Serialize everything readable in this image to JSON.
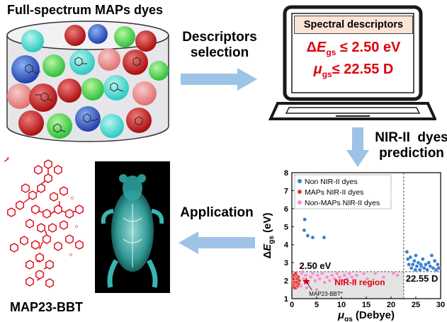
{
  "panel_titles": {
    "library": "Full-spectrum MAPs dyes",
    "descriptors_line1": "Descriptors",
    "descriptors_line2": "selection",
    "prediction_line1": "NIR-II  dyes",
    "prediction_line2": "prediction",
    "application": "Application",
    "molecule": "MAP23-BBT"
  },
  "laptop": {
    "header": "Spectral descriptors",
    "rule1_delta": "Δ",
    "rule1_var": "E",
    "rule1_sub": "gs",
    "rule1_rest": " ≤ 2.50 eV",
    "rule2_var": "μ",
    "rule2_sub": "gs",
    "rule2_rest": "≤ 22.55 D"
  },
  "colors": {
    "arrow": "#9dc3e6",
    "red_text": "#e0000e",
    "laptop_header_bg": "#fbe4d5",
    "non_nir": "#3a7fd0",
    "maps_nir": "#e43a3a",
    "non_maps_nir": "#f58fd0"
  },
  "chart_data": {
    "type": "scatter",
    "xlabel_var": "μ",
    "xlabel_sub": "gs",
    "xlabel_unit": " (Debye)",
    "ylabel_delta": "Δ",
    "ylabel_var": "E",
    "ylabel_sub": "gs",
    "ylabel_unit": " (eV)",
    "xlim": [
      0,
      30
    ],
    "ylim": [
      1,
      8
    ],
    "xticks": [
      "0",
      "5",
      "10",
      "15",
      "20",
      "25",
      "30"
    ],
    "yticks": [
      "1",
      "2",
      "3",
      "4",
      "5",
      "6",
      "7",
      "8"
    ],
    "threshold_y": 2.5,
    "threshold_x": 22.55,
    "annotations": {
      "y_threshold": "2.50 eV",
      "x_threshold": "22.55 D",
      "region": "NIR-II region",
      "star_label": "MAP23-BBT*"
    },
    "legend": [
      "Non NIR-II dyes",
      "MAPs NIR-II dyes",
      "Non-MAPs NIR-II dyes"
    ],
    "series": [
      {
        "name": "Non NIR-II dyes",
        "points": [
          [
            2.6,
            5.4
          ],
          [
            2.5,
            4.8
          ],
          [
            3.2,
            4.5
          ],
          [
            4.2,
            4.4
          ],
          [
            6.5,
            4.4
          ],
          [
            23.2,
            3.6
          ],
          [
            23.4,
            3.2
          ],
          [
            23.6,
            2.9
          ],
          [
            23.9,
            3.3
          ],
          [
            24.1,
            2.7
          ],
          [
            24.4,
            2.9
          ],
          [
            24.7,
            3.1
          ],
          [
            24.9,
            2.6
          ],
          [
            25.2,
            2.8
          ],
          [
            25.5,
            3.0
          ],
          [
            25.8,
            2.6
          ],
          [
            26.1,
            2.8
          ],
          [
            26.4,
            3.2
          ],
          [
            26.7,
            2.7
          ],
          [
            27.0,
            2.9
          ],
          [
            27.3,
            2.6
          ],
          [
            27.6,
            3.0
          ],
          [
            27.9,
            2.8
          ],
          [
            28.2,
            3.4
          ],
          [
            28.5,
            2.7
          ],
          [
            28.8,
            3.1
          ],
          [
            29.1,
            2.6
          ],
          [
            29.4,
            2.9
          ],
          [
            29.6,
            2.7
          ],
          [
            25.0,
            3.4
          ],
          [
            26.0,
            2.9
          ]
        ]
      },
      {
        "name": "MAPs NIR-II dyes",
        "points": [
          [
            0.2,
            1.8
          ],
          [
            0.3,
            2.0
          ],
          [
            0.4,
            1.7
          ],
          [
            0.5,
            2.2
          ],
          [
            0.6,
            1.9
          ],
          [
            0.7,
            2.1
          ],
          [
            0.8,
            1.6
          ],
          [
            0.9,
            2.3
          ],
          [
            1.0,
            1.8
          ],
          [
            1.1,
            2.0
          ],
          [
            1.2,
            1.7
          ],
          [
            1.3,
            2.2
          ],
          [
            0.35,
            2.3
          ],
          [
            0.55,
            1.6
          ],
          [
            0.75,
            2.4
          ],
          [
            0.95,
            1.9
          ],
          [
            1.15,
            2.1
          ],
          [
            1.4,
            1.8
          ],
          [
            1.5,
            2.0
          ],
          [
            0.25,
            2.1
          ]
        ]
      },
      {
        "name": "Non-MAPs NIR-II dyes",
        "points": [
          [
            2.0,
            2.4
          ],
          [
            2.4,
            2.1
          ],
          [
            2.8,
            2.3
          ],
          [
            3.3,
            1.9
          ],
          [
            3.8,
            2.2
          ],
          [
            4.2,
            2.4
          ],
          [
            4.7,
            2.0
          ],
          [
            5.2,
            2.3
          ],
          [
            5.6,
            2.1
          ],
          [
            6.1,
            2.4
          ],
          [
            6.6,
            1.9
          ],
          [
            7.1,
            2.2
          ],
          [
            7.6,
            2.0
          ],
          [
            8.1,
            2.3
          ],
          [
            8.6,
            2.1
          ],
          [
            9.1,
            2.4
          ],
          [
            9.6,
            2.2
          ],
          [
            10.1,
            2.0
          ],
          [
            10.6,
            2.3
          ],
          [
            11.1,
            2.1
          ],
          [
            11.6,
            2.4
          ],
          [
            12.1,
            2.2
          ],
          [
            12.6,
            2.0
          ],
          [
            13.1,
            2.3
          ],
          [
            14.5,
            2.4
          ],
          [
            15.2,
            2.1
          ],
          [
            16.8,
            2.4
          ],
          [
            18.5,
            2.2
          ],
          [
            20.5,
            2.4
          ],
          [
            21.3,
            2.3
          ],
          [
            1.8,
            1.7
          ],
          [
            3.0,
            1.6
          ],
          [
            5.0,
            1.5
          ],
          [
            2.2,
            2.5
          ]
        ]
      },
      {
        "name": "MAP23-BBT",
        "points": [
          [
            2.9,
            1.95
          ]
        ]
      }
    ]
  }
}
